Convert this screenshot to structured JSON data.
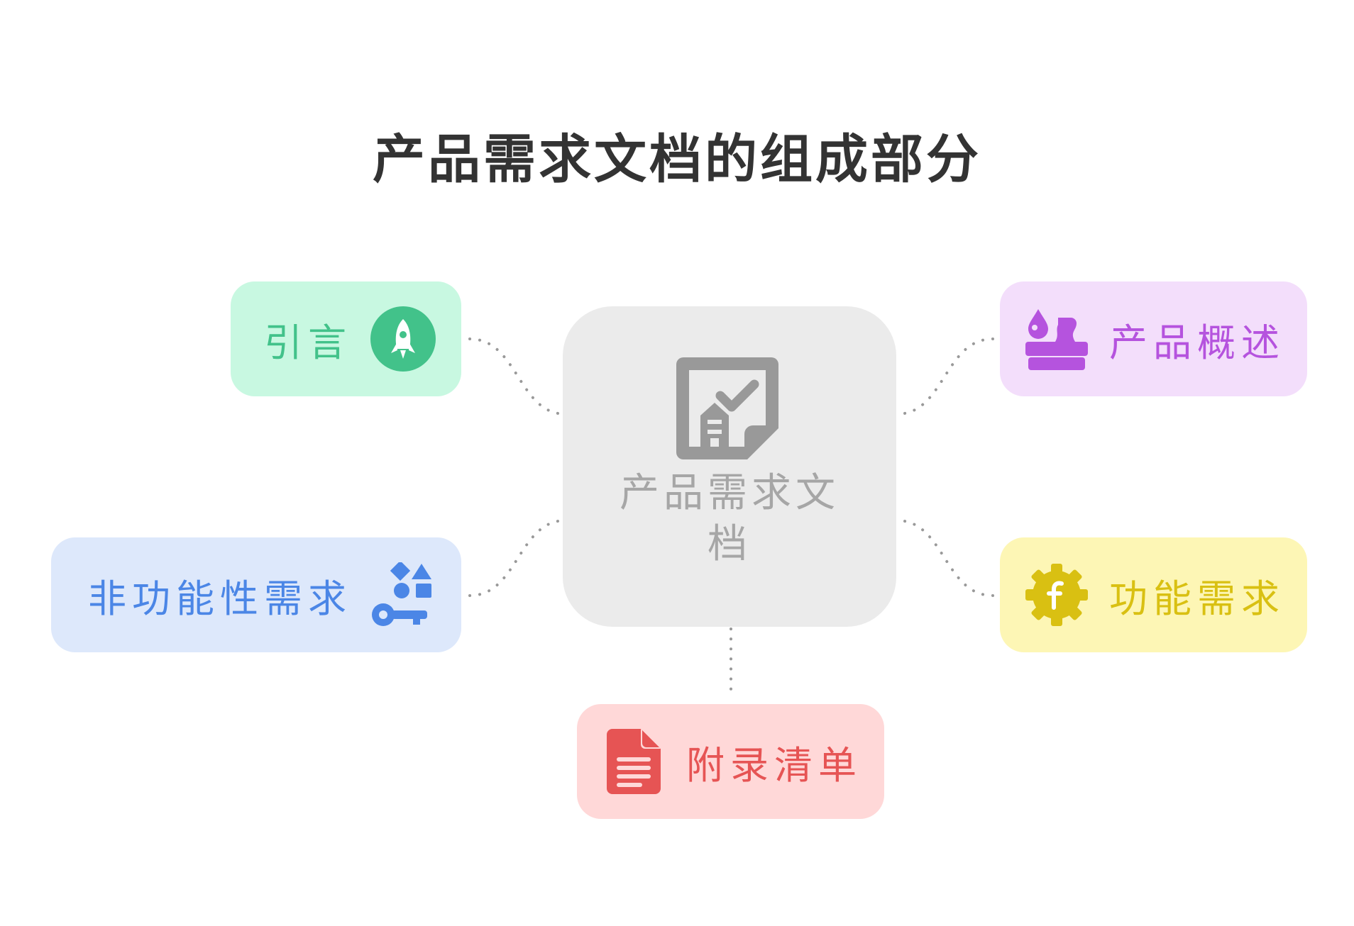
{
  "title": "产品需求文档的组成部分",
  "center": {
    "label": "产品需求文档",
    "icon": "document-check-icon",
    "color": "#a6a6a6",
    "background": "#ebebeb"
  },
  "nodes": [
    {
      "id": "intro",
      "label": "引言",
      "icon": "rocket-icon",
      "color": "#42c28a",
      "background": "#c8f8e1"
    },
    {
      "id": "overview",
      "label": "产品概述",
      "icon": "ink-stamp-icon",
      "color": "#b553de",
      "background": "#f3defb"
    },
    {
      "id": "nonfunc",
      "label": "非功能性需求",
      "icon": "shapes-key-icon",
      "color": "#4b86e6",
      "background": "#dde8fb"
    },
    {
      "id": "func",
      "label": "功能需求",
      "icon": "function-gear-icon",
      "color": "#d9c012",
      "background": "#fdf6b5"
    },
    {
      "id": "appendix",
      "label": "附录清单",
      "icon": "file-text-icon",
      "color": "#e65454",
      "background": "#ffd8d8"
    }
  ]
}
